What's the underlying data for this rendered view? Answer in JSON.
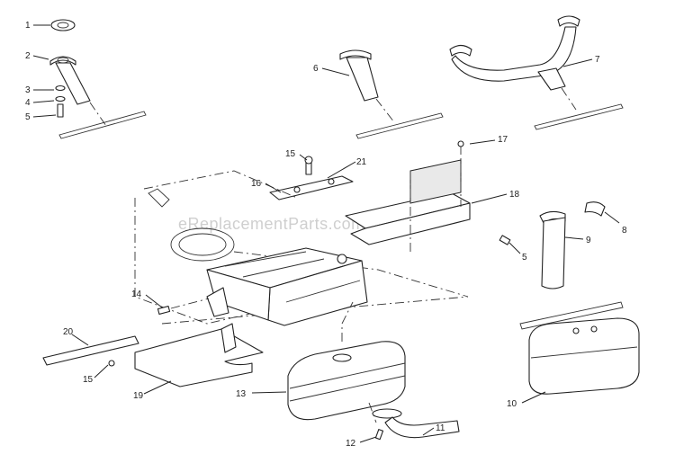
{
  "watermark": "eReplacementParts.com",
  "callouts": [
    "1",
    "2",
    "3",
    "4",
    "5",
    "6",
    "7",
    "8",
    "9",
    "5",
    "10",
    "11",
    "12",
    "13",
    "14",
    "15",
    "15",
    "16",
    "17",
    "18",
    "19",
    "20",
    "21"
  ]
}
